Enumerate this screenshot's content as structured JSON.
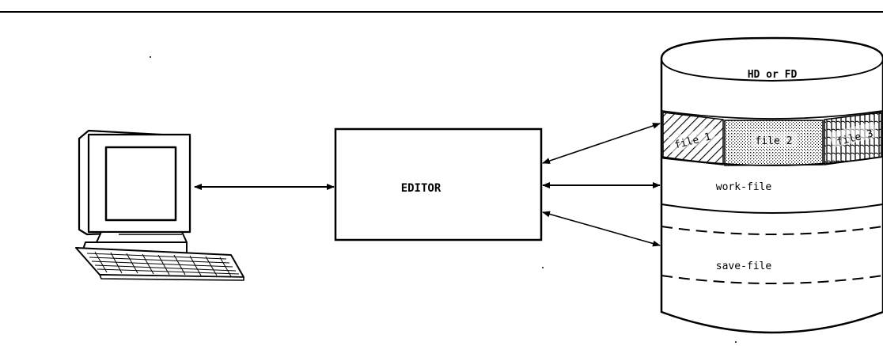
{
  "diagram": {
    "editor_label": "EDITOR",
    "disk": {
      "title": "HD or FD",
      "files": [
        "file 1",
        "file 2",
        "file 3"
      ],
      "work_label": "work-file",
      "save_label": "save-file"
    },
    "icons": {
      "computer": "computer-icon",
      "disk": "disk-cylinder-icon"
    },
    "colors": {
      "ink": "#000000",
      "paper": "#ffffff"
    }
  }
}
